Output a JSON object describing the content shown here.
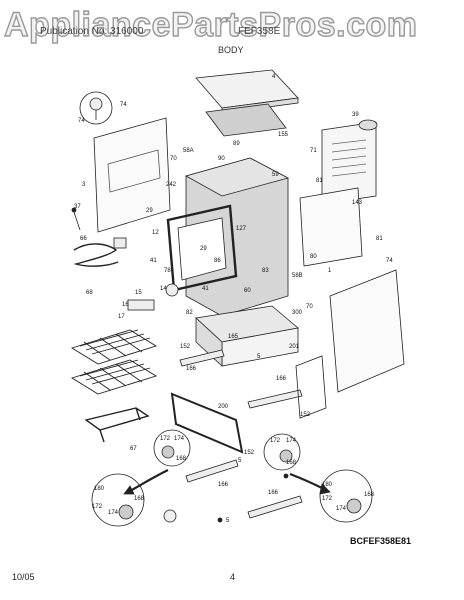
{
  "watermark": "AppliancePartsPros.com",
  "header": {
    "left": "Publication No: 316000",
    "right": "FEF358E"
  },
  "section_title": "BODY",
  "footer": {
    "date": "10/05",
    "page": "4"
  },
  "diagram_code": "BCFEF358E81",
  "callouts": [
    {
      "id": "c4",
      "text": "4"
    },
    {
      "id": "c155",
      "text": "155"
    },
    {
      "id": "c74a",
      "text": "74"
    },
    {
      "id": "c74b",
      "text": "74"
    },
    {
      "id": "c3",
      "text": "3"
    },
    {
      "id": "c70a",
      "text": "70"
    },
    {
      "id": "c58a",
      "text": "58A"
    },
    {
      "id": "c89",
      "text": "89"
    },
    {
      "id": "c90",
      "text": "90"
    },
    {
      "id": "c59",
      "text": "59"
    },
    {
      "id": "c242",
      "text": "242"
    },
    {
      "id": "c39",
      "text": "39"
    },
    {
      "id": "c71",
      "text": "71"
    },
    {
      "id": "c81a",
      "text": "81"
    },
    {
      "id": "c143",
      "text": "143"
    },
    {
      "id": "c81b",
      "text": "81"
    },
    {
      "id": "c37",
      "text": "37"
    },
    {
      "id": "c29a",
      "text": "29"
    },
    {
      "id": "c12",
      "text": "12"
    },
    {
      "id": "c127",
      "text": "127"
    },
    {
      "id": "c29b",
      "text": "29"
    },
    {
      "id": "c66",
      "text": "66"
    },
    {
      "id": "c86",
      "text": "86"
    },
    {
      "id": "c41a",
      "text": "41"
    },
    {
      "id": "c78",
      "text": "78"
    },
    {
      "id": "c83",
      "text": "83"
    },
    {
      "id": "c58b",
      "text": "58B"
    },
    {
      "id": "c80",
      "text": "80"
    },
    {
      "id": "c1",
      "text": "1"
    },
    {
      "id": "c74c",
      "text": "74"
    },
    {
      "id": "c68",
      "text": "68"
    },
    {
      "id": "c41b",
      "text": "41"
    },
    {
      "id": "c60",
      "text": "60"
    },
    {
      "id": "c15",
      "text": "15"
    },
    {
      "id": "c14",
      "text": "14"
    },
    {
      "id": "c16",
      "text": "16"
    },
    {
      "id": "c17",
      "text": "17"
    },
    {
      "id": "c82",
      "text": "82"
    },
    {
      "id": "c300",
      "text": "300"
    },
    {
      "id": "c70b",
      "text": "70"
    },
    {
      "id": "c165",
      "text": "165"
    },
    {
      "id": "c152a",
      "text": "152"
    },
    {
      "id": "c201",
      "text": "201"
    },
    {
      "id": "c5a",
      "text": "5"
    },
    {
      "id": "c166a",
      "text": "166"
    },
    {
      "id": "c166b",
      "text": "166"
    },
    {
      "id": "c200",
      "text": "200"
    },
    {
      "id": "c152b",
      "text": "152"
    },
    {
      "id": "c152c",
      "text": "152"
    },
    {
      "id": "c67",
      "text": "67"
    },
    {
      "id": "c172a",
      "text": "172"
    },
    {
      "id": "c174a",
      "text": "174"
    },
    {
      "id": "c168a",
      "text": "168"
    },
    {
      "id": "c172b",
      "text": "172"
    },
    {
      "id": "c174b",
      "text": "174"
    },
    {
      "id": "c168b",
      "text": "168"
    },
    {
      "id": "c5b",
      "text": "5"
    },
    {
      "id": "c166c",
      "text": "166"
    },
    {
      "id": "c180a",
      "text": "180"
    },
    {
      "id": "c172c",
      "text": "172"
    },
    {
      "id": "c174c",
      "text": "174"
    },
    {
      "id": "c168c",
      "text": "168"
    },
    {
      "id": "c166d",
      "text": "166"
    },
    {
      "id": "c5c",
      "text": "5"
    },
    {
      "id": "c180b",
      "text": "180"
    },
    {
      "id": "c168d",
      "text": "168"
    },
    {
      "id": "c172d",
      "text": "172"
    },
    {
      "id": "c174d",
      "text": "174"
    }
  ]
}
